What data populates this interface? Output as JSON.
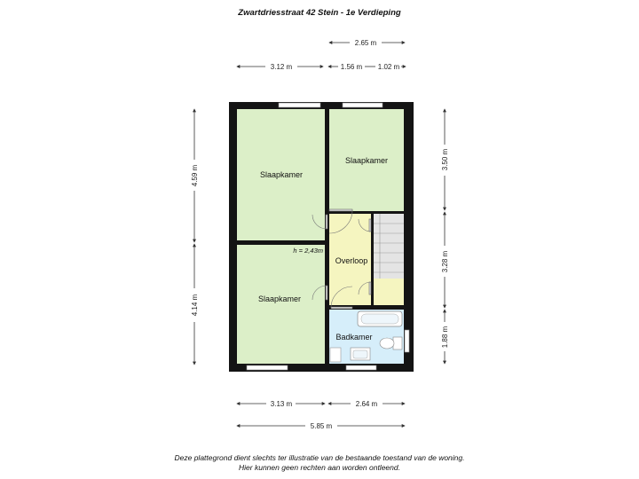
{
  "title": "Zwartdriesstraat 42 Stein - 1e Verdieping",
  "dimensions": {
    "top_2_65": "2.65 m",
    "top_3_12": "3.12 m",
    "top_1_56": "1.56 m",
    "top_1_02": "1.02 m",
    "left_4_59": "4.59 m",
    "left_4_14": "4.14 m",
    "right_3_50": "3.50 m",
    "right_3_28": "3.28 m",
    "right_1_88": "1.88 m",
    "bottom_3_13": "3.13 m",
    "bottom_2_64": "2.64 m",
    "bottom_5_85": "5.85 m"
  },
  "rooms": {
    "slaapkamer_top_left": "Slaapkamer",
    "slaapkamer_top_right": "Slaapkamer",
    "slaapkamer_bottom_left": "Slaapkamer",
    "overloop": "Overloop",
    "badkamer": "Badkamer"
  },
  "ceiling_height": "h = 2,43m",
  "colors": {
    "bedroom": "#dcefc8",
    "landing": "#f5f5c0",
    "bathroom": "#d6eefa",
    "stairs": "#e4e4e4",
    "wall": "#141414"
  },
  "footer": {
    "line1": "Deze plattegrond dient slechts ter illustratie van de bestaande toestand van de woning.",
    "line2": "Hier kunnen geen rechten aan worden ontleend."
  }
}
